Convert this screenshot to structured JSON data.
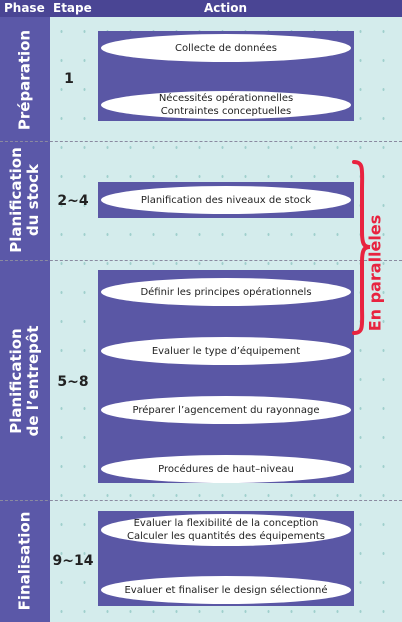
{
  "header": {
    "phase": "Phase",
    "etape": "Etape",
    "action": "Action"
  },
  "phases": [
    {
      "label": "Préparation"
    },
    {
      "label_line1": "Planification",
      "label_line2": "du stock"
    },
    {
      "label_line1": "Planification",
      "label_line2": "de l’entrepôt"
    },
    {
      "label": "Finalisation"
    }
  ],
  "steps": [
    "1",
    "2~4",
    "5~8",
    "9~14"
  ],
  "actions": [
    {
      "line1": "Collecte de données"
    },
    {
      "line1": "Nécessités opérationnelles",
      "line2": "Contraintes conceptuelles"
    },
    {
      "line1": "Planification des niveaux de stock"
    },
    {
      "line1": "Définir les principes opérationnels"
    },
    {
      "line1": "Evaluer le type d’équipement"
    },
    {
      "line1": "Préparer l’agencement du rayonnage"
    },
    {
      "line1": "Procédures de haut–niveau"
    },
    {
      "line1": "Evaluer la flexibilité de la conception",
      "line2": "Calculer les quantités des équipements"
    },
    {
      "line1": "Evaluer et finaliser le design sélectionné"
    }
  ],
  "parallel_label": "En parallèles",
  "colors": {
    "header": "#4a4594",
    "phase_column": "#5b58a8",
    "box": "#5a57a5",
    "background": "#d4ecec",
    "brace": "#e8233f"
  }
}
